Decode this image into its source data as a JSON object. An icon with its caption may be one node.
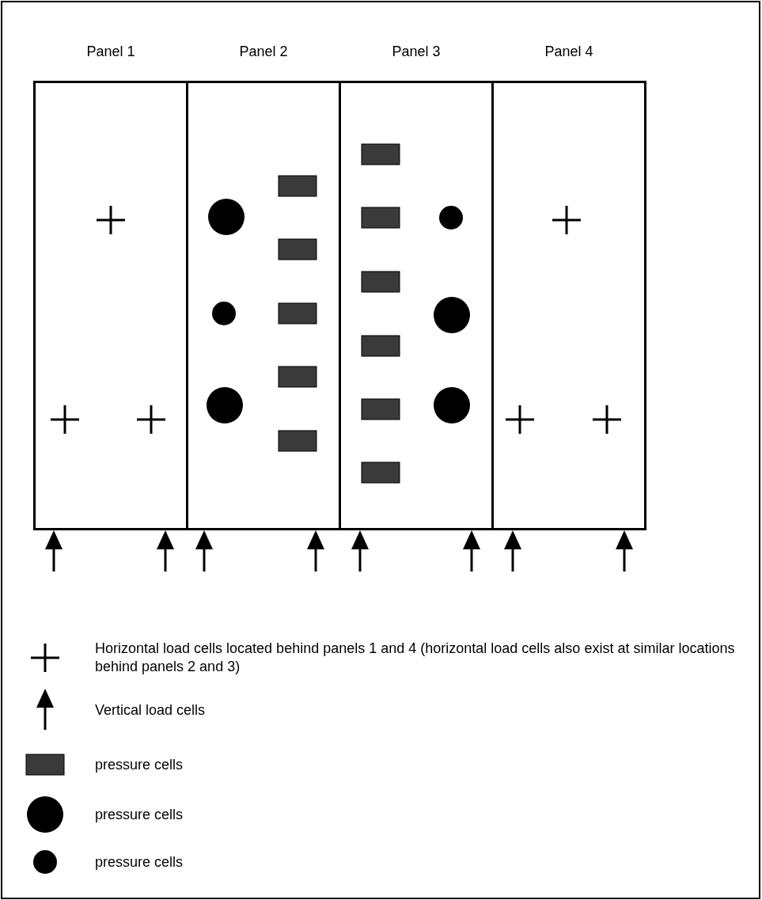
{
  "diagram": {
    "nodes": [
      {
        "text": [
          "Panel 1"
        ]
      },
      {
        "text": [
          "Panel 2"
        ]
      },
      {
        "text": [
          "Panel 3"
        ]
      },
      {
        "text": [
          "Panel 4"
        ]
      }
    ],
    "legend": [
      {
        "text": "Horizontal load cells located behind panels 1 and 4 (horizontal load cells also exist at similar locations behind panels 2 and 3)"
      },
      {
        "text": "Vertical load cells"
      },
      {
        "text": "pressure cells"
      },
      {
        "text": "pressure cells"
      },
      {
        "text": "pressure cells"
      }
    ]
  }
}
